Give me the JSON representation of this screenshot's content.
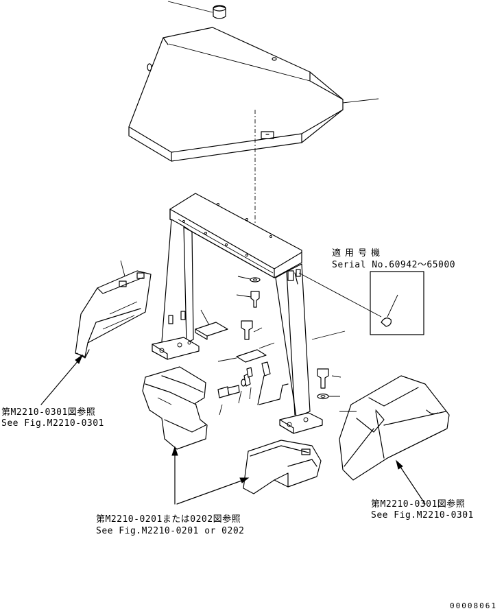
{
  "labels": {
    "serial_jp": "適用号機",
    "serial_en": "Serial No.60942～65000",
    "ref_left_jp": "第M2210-0301図参照",
    "ref_left_en": "See Fig.M2210-0301",
    "ref_right_jp": "第M2210-0301図参照",
    "ref_right_en": "See Fig.M2210-0301",
    "ref_bottom_jp": "第M2210-0201または0202図参照",
    "ref_bottom_en": "See Fig.M2210-0201 or 0202",
    "drawing_number": "00008061"
  }
}
